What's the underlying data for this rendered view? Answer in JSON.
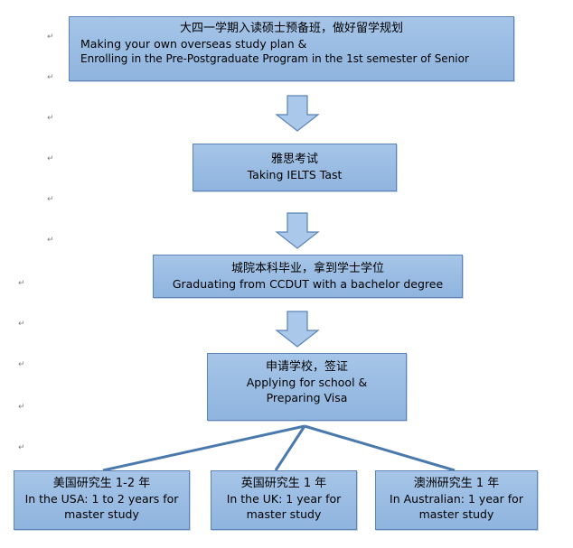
{
  "paragraph_mark": "↵",
  "return_mark": "↵",
  "colors": {
    "box_fill": "#9bbde3",
    "box_border": "#5b83b5",
    "arrow_fill": "#a9c8ea",
    "arrow_stroke": "#5b83b5",
    "line": "#4a79ad"
  },
  "steps": [
    {
      "lines": [
        "大四一学期入读硕士预备班，做好留学规划",
        "Making your own overseas study plan &",
        "Enrolling in the Pre-Postgraduate Program in the 1st semester of Senior"
      ]
    },
    {
      "lines": [
        "雅思考试",
        "Taking IELTS Tast"
      ]
    },
    {
      "lines": [
        "城院本科毕业，拿到学士学位",
        "Graduating from CCDUT with a bachelor degree"
      ]
    },
    {
      "lines": [
        "申请学校，签证",
        "Applying for school &",
        "Preparing Visa"
      ]
    }
  ],
  "branches": [
    {
      "lines": [
        "美国研究生 1-2 年",
        "In the USA: 1 to 2 years for",
        "master study"
      ]
    },
    {
      "lines": [
        "英国研究生 1 年",
        "In the UK: 1 year for",
        "master study"
      ]
    },
    {
      "lines": [
        "澳洲研究生 1 年",
        "In Australian: 1 year for",
        "master study"
      ]
    }
  ]
}
